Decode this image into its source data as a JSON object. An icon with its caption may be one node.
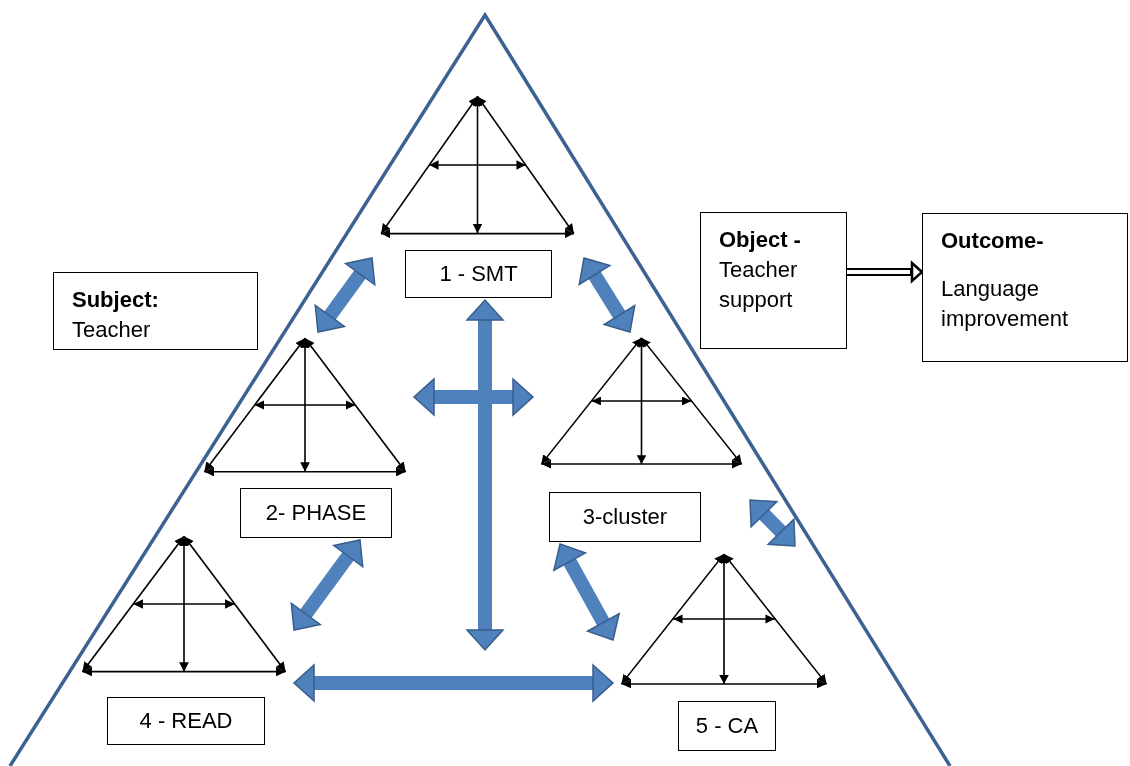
{
  "diagram": {
    "nodes": [
      {
        "text": [
          "Subject:",
          "Teacher"
        ]
      },
      {
        "text": [
          "Object -",
          "Teacher support"
        ]
      },
      {
        "text": [
          "Outcome-",
          "Language improvement"
        ]
      },
      {
        "text": [
          "1 - SMT"
        ]
      },
      {
        "text": [
          "2- PHASE"
        ]
      },
      {
        "text": [
          "3-cluster"
        ]
      },
      {
        "text": [
          "4 - READ"
        ]
      },
      {
        "text": [
          "5 - CA"
        ]
      }
    ],
    "edges": [
      {
        "from": 3,
        "to": 4,
        "arrow": "both"
      },
      {
        "from": 3,
        "to": 5,
        "arrow": "both"
      },
      {
        "from": 5,
        "to": 7,
        "arrow": "both"
      },
      {
        "from": 4,
        "to": 6,
        "arrow": "both"
      },
      {
        "from": 5,
        "to": 7,
        "arrow": "both"
      },
      {
        "from": 6,
        "to": 7,
        "arrow": "both"
      },
      {
        "from": 4,
        "to": 5,
        "arrow": "both"
      },
      {
        "from": 3,
        "to": null,
        "arrow": "both"
      },
      {
        "from": 1,
        "to": 2,
        "arrow": "to",
        "color": "#000000"
      }
    ]
  }
}
